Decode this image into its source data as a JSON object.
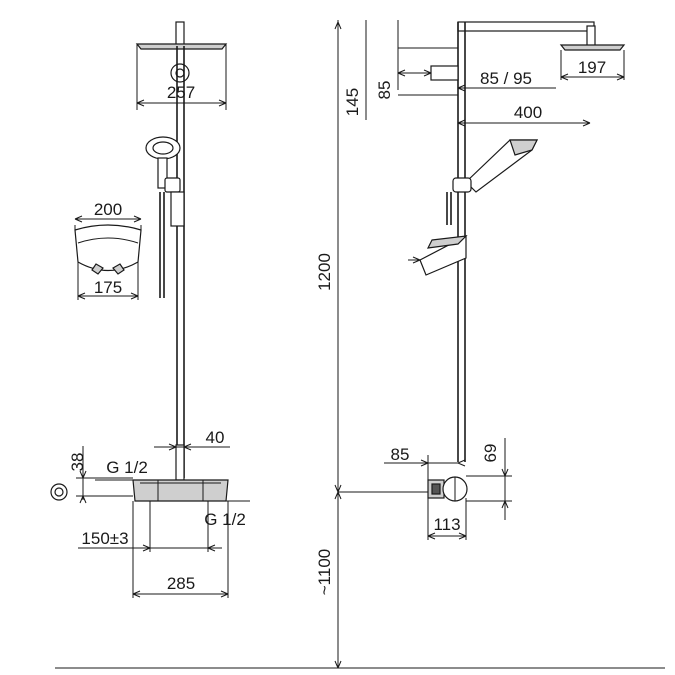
{
  "dimensions": {
    "front_head_width": "257",
    "bracket_width": "200",
    "bracket_inner_width": "175",
    "mixer_projection": "40",
    "mixer_height": "38",
    "inlet_left": "G 1/2",
    "inlet_right": "G 1/2",
    "connection_spacing": "150±3",
    "mixer_width": "285",
    "head_depth_small": "85 / 95",
    "side_head_width": "197",
    "head_drop": "145",
    "arm_offset": "85",
    "arm_length": "400",
    "column_height": "1200",
    "floor_height": "~1100",
    "valve_offset": "85",
    "valve_height": "69",
    "valve_depth": "113"
  }
}
